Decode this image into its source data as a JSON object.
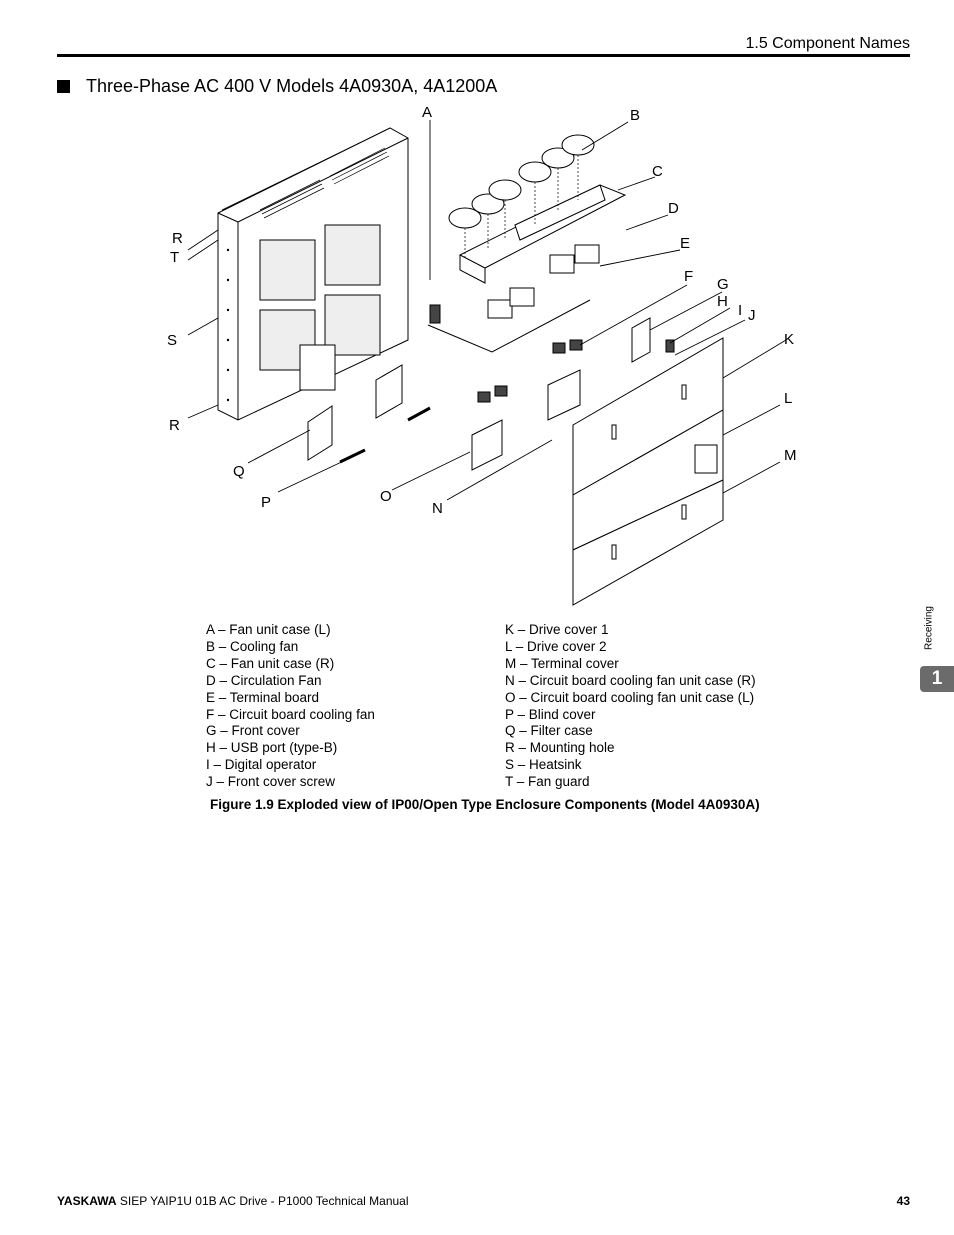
{
  "header": {
    "section_title": "1.5 Component Names"
  },
  "section": {
    "heading": "Three-Phase AC 400 V Models 4A0930A, 4A1200A"
  },
  "figure": {
    "callouts": [
      "A",
      "B",
      "C",
      "D",
      "E",
      "F",
      "G",
      "H",
      "I",
      "J",
      "K",
      "L",
      "M",
      "N",
      "O",
      "P",
      "Q",
      "R",
      "S",
      "T",
      "R"
    ],
    "legend_left": [
      "A – Fan unit case (L)",
      "B – Cooling fan",
      "C – Fan unit case (R)",
      "D – Circulation Fan",
      "E – Terminal board",
      "F – Circuit board cooling fan",
      "G – Front cover",
      "H – USB port (type-B)",
      "I  –  Digital operator",
      "J –  Front cover screw"
    ],
    "legend_right": [
      "K – Drive cover 1",
      "L – Drive cover 2",
      "M – Terminal cover",
      "N – Circuit board cooling fan unit case (R)",
      "O – Circuit board cooling fan unit case (L)",
      "P – Blind cover",
      "Q – Filter case",
      "R – Mounting hole",
      "S – Heatsink",
      "T – Fan guard"
    ],
    "caption": "Figure 1.9  Exploded view of IP00/Open Type Enclosure Components (Model 4A0930A)"
  },
  "sidebar": {
    "label": "Receiving",
    "chapter": "1"
  },
  "footer": {
    "brand": "YASKAWA",
    "text": " SIEP YAIP1U 01B AC Drive - P1000 Technical Manual",
    "page": "43"
  }
}
